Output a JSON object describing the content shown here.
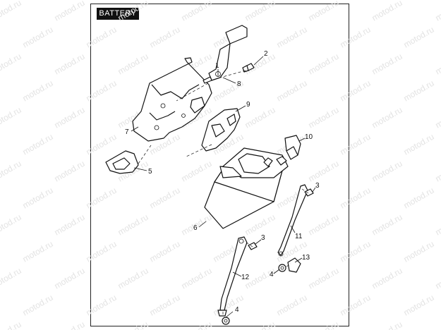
{
  "title": "BATTERY",
  "watermark": "motod.ru",
  "callouts": [
    "1",
    "2",
    "3",
    "3",
    "4",
    "4",
    "5",
    "6",
    "7",
    "8",
    "9",
    "10",
    "11",
    "12",
    "13"
  ]
}
